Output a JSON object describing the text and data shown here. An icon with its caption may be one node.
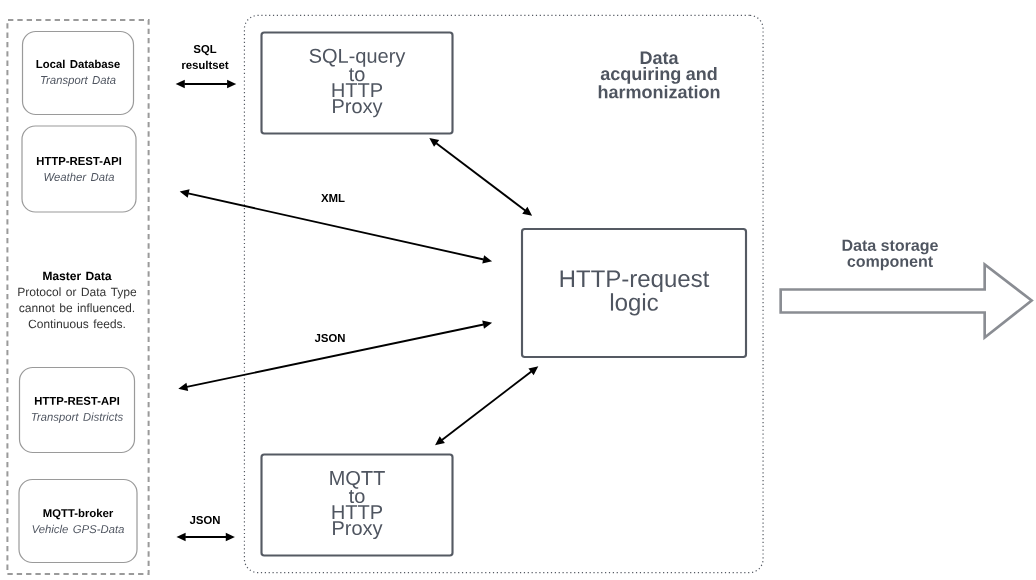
{
  "diagram": {
    "nodes": [
      {
        "text": [
          "Master Data",
          "Protocol or Data Type cannot be influenced. Continuous feeds."
        ]
      },
      {
        "text": [
          "Local Database",
          "Transport Data"
        ],
        "in": 0
      },
      {
        "text": [
          "HTTP-REST-API",
          "Weather Data"
        ],
        "in": 0
      },
      {
        "text": [
          "HTTP-REST-API",
          "Transport Districts"
        ],
        "in": 0
      },
      {
        "text": [
          "MQTT-broker",
          "Vehicle GPS-Data"
        ],
        "in": 0
      },
      {
        "text": [
          "Data acquiring and harmonization"
        ]
      },
      {
        "text": [
          "SQL-query to HTTP Proxy"
        ],
        "in": 5
      },
      {
        "text": [
          "HTTP-request logic"
        ],
        "in": 5
      },
      {
        "text": [
          "MQTT to HTTP Proxy"
        ],
        "in": 5
      }
    ],
    "edges": [
      {
        "from": 1,
        "to": 6,
        "arrow": "both",
        "label": "SQL resultset"
      },
      {
        "from": 2,
        "to": 7,
        "arrow": "both",
        "label": "XML"
      },
      {
        "from": 3,
        "to": 7,
        "arrow": "both",
        "label": "JSON"
      },
      {
        "from": 4,
        "to": 8,
        "arrow": "both",
        "label": "JSON"
      },
      {
        "from": 6,
        "to": 7,
        "arrow": "both"
      },
      {
        "from": 8,
        "to": 7,
        "arrow": "both"
      },
      {
        "from": 5,
        "to": null,
        "arrow": "to",
        "label": "Data storage component",
        "style": "thick",
        "color": "#8a8d93"
      }
    ]
  }
}
